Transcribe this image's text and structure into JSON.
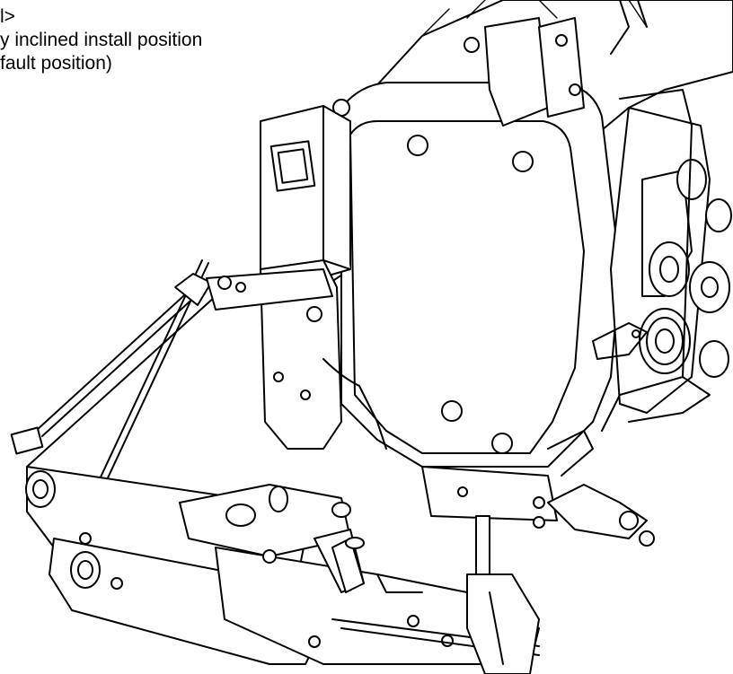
{
  "caption": {
    "line1": "l>",
    "line2": "y inclined install position",
    "line3": "fault position)"
  }
}
